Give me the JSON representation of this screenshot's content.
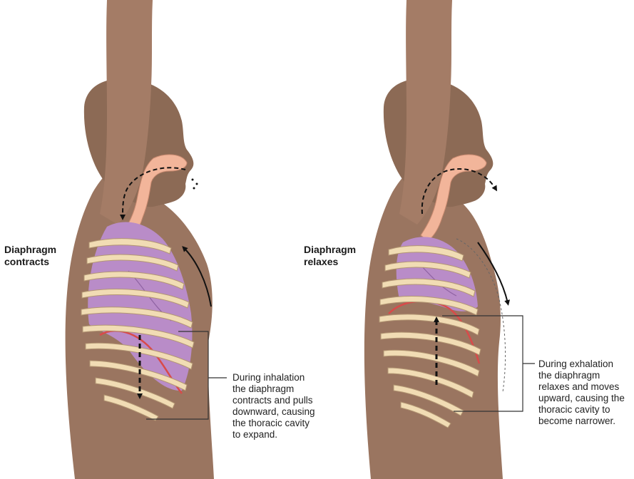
{
  "panels": [
    {
      "id": "inhalation",
      "state_label": [
        "Diaphragm",
        "contracts"
      ],
      "caption": [
        "During inhalation",
        "the diaphragm",
        "contracts and pulls",
        "downward, causing",
        "the thoracic cavity",
        "to expand."
      ]
    },
    {
      "id": "exhalation",
      "state_label": [
        "Diaphragm",
        "relaxes"
      ],
      "caption": [
        "During exhalation",
        "the diaphragm",
        "relaxes and moves",
        "upward, causing the",
        "thoracic cavity to",
        "become narrower."
      ]
    }
  ],
  "colors": {
    "skin": "#9a7560",
    "skin_dark": "#6e5040",
    "lung": "#b98cc8",
    "lung_dark": "#8f63a3",
    "airway": "#f2b59a",
    "rib": "#f1dcb4",
    "rib_outline": "#b39673",
    "diaphragm": "#d94a4a"
  }
}
